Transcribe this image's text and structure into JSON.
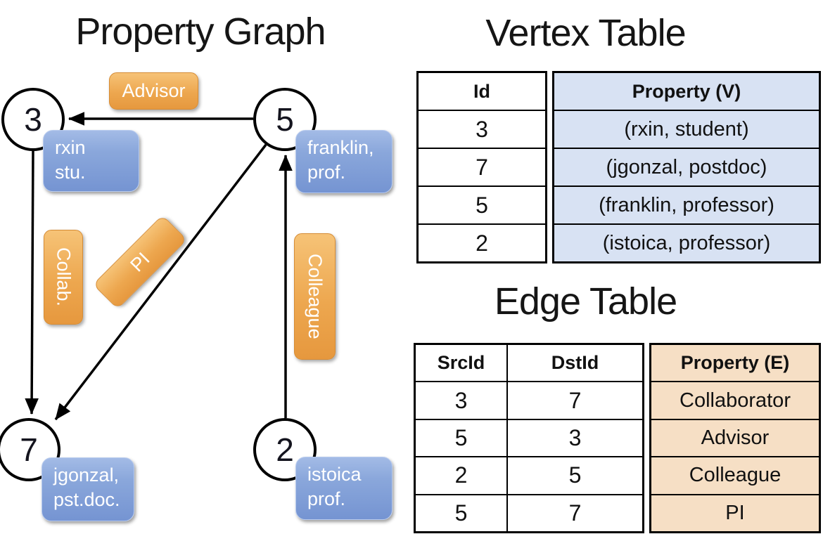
{
  "graph": {
    "title": "Property Graph",
    "nodes": [
      {
        "id": "3"
      },
      {
        "id": "5"
      },
      {
        "id": "7"
      },
      {
        "id": "2"
      }
    ],
    "vertex_labels": [
      {
        "line1": "rxin",
        "line2": "stu."
      },
      {
        "line1": "franklin,",
        "line2": "prof."
      },
      {
        "line1": "jgonzal,",
        "line2": "pst.doc."
      },
      {
        "line1": "istoica",
        "line2": "prof."
      }
    ],
    "edge_labels": [
      {
        "text": "Advisor"
      },
      {
        "text": "Collab."
      },
      {
        "text": "PI"
      },
      {
        "text": "Colleague"
      }
    ]
  },
  "vertex_table": {
    "title": "Vertex Table",
    "headers": {
      "id": "Id",
      "property": "Property (V)"
    },
    "rows": [
      {
        "id": "3",
        "property": "(rxin, student)"
      },
      {
        "id": "7",
        "property": "(jgonzal, postdoc)"
      },
      {
        "id": "5",
        "property": "(franklin, professor)"
      },
      {
        "id": "2",
        "property": "(istoica, professor)"
      }
    ]
  },
  "edge_table": {
    "title": "Edge Table",
    "headers": {
      "src": "SrcId",
      "dst": "DstId",
      "property": "Property (E)"
    },
    "rows": [
      {
        "src": "3",
        "dst": "7",
        "property": "Collaborator"
      },
      {
        "src": "5",
        "dst": "3",
        "property": "Advisor"
      },
      {
        "src": "2",
        "dst": "5",
        "property": "Colleague"
      },
      {
        "src": "5",
        "dst": "7",
        "property": "PI"
      }
    ]
  },
  "colors": {
    "edge_label_orange": "#eda74f",
    "vertex_label_blue": "#8aa7db",
    "vertex_property_bg": "#d8e2f3",
    "edge_property_bg": "#f6dfc5",
    "line_black": "#000000",
    "text_white": "#ffffff"
  }
}
